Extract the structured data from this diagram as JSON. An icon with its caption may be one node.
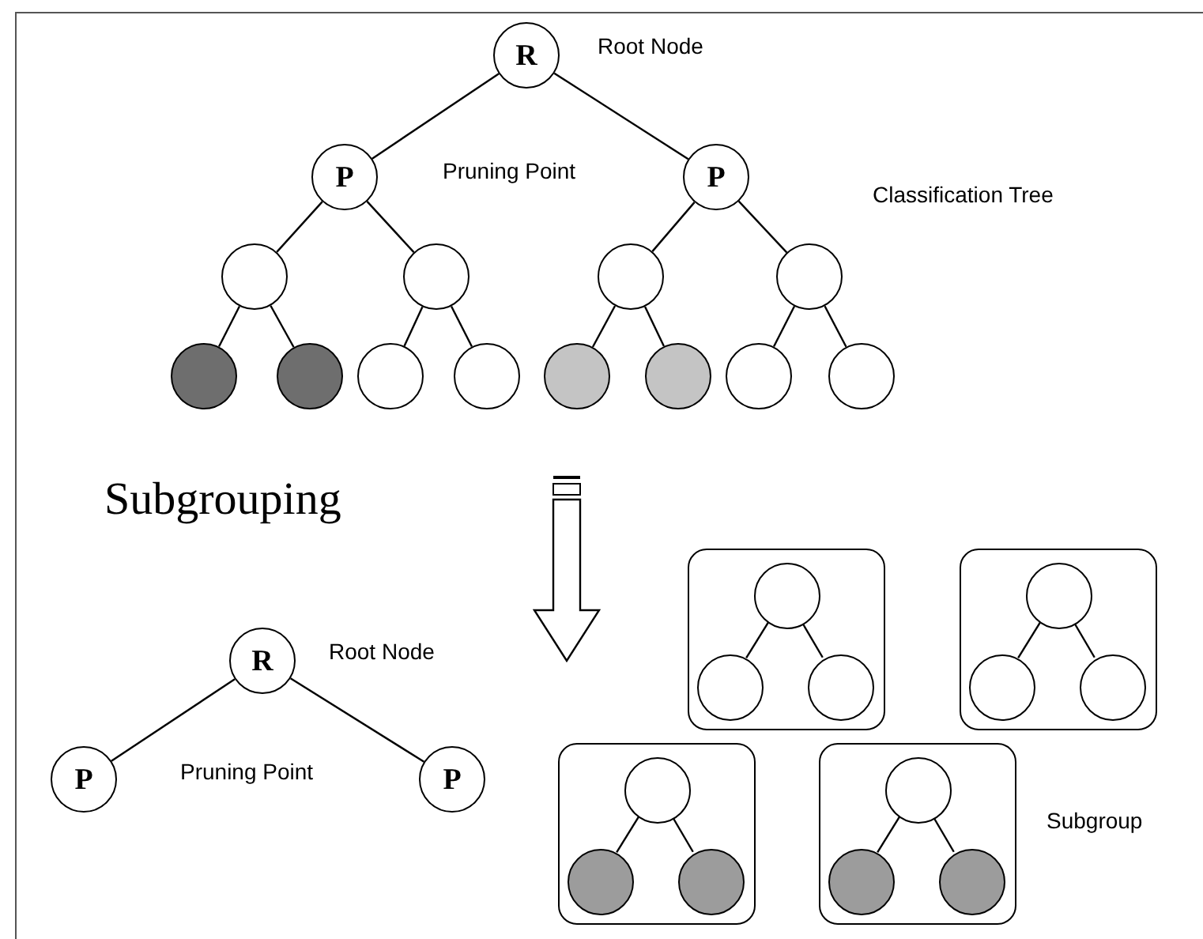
{
  "diagram": {
    "nodes": [
      {
        "text": [
          "R"
        ]
      },
      {
        "text": [
          "P"
        ]
      },
      {
        "text": [
          "P"
        ]
      },
      {
        "text": [],
        "shape": "circle"
      },
      {
        "text": [],
        "shape": "circle"
      },
      {
        "text": [],
        "shape": "circle"
      },
      {
        "text": [],
        "shape": "circle"
      },
      {
        "text": [],
        "shape": "circle"
      },
      {
        "text": [],
        "shape": "circle"
      },
      {
        "text": [],
        "shape": "circle"
      },
      {
        "text": [],
        "shape": "circle"
      },
      {
        "text": [],
        "shape": "circle"
      },
      {
        "text": [],
        "shape": "circle"
      },
      {
        "text": [],
        "shape": "circle"
      },
      {
        "text": [],
        "shape": "circle"
      },
      {
        "text": [
          "R"
        ]
      },
      {
        "text": [
          "P"
        ]
      },
      {
        "text": [
          "P"
        ]
      },
      {
        "text": [],
        "shape": "box"
      },
      {
        "text": [],
        "shape": "circle",
        "in": 18
      },
      {
        "text": [],
        "shape": "circle",
        "in": 18
      },
      {
        "text": [],
        "shape": "circle",
        "in": 18
      },
      {
        "text": [],
        "shape": "box"
      },
      {
        "text": [],
        "shape": "circle",
        "in": 22
      },
      {
        "text": [],
        "shape": "circle",
        "in": 22
      },
      {
        "text": [],
        "shape": "circle",
        "in": 22
      },
      {
        "text": [],
        "shape": "box"
      },
      {
        "text": [],
        "shape": "circle",
        "in": 26
      },
      {
        "text": [],
        "shape": "circle",
        "in": 26
      },
      {
        "text": [],
        "shape": "circle",
        "in": 26
      },
      {
        "text": [],
        "shape": "box"
      },
      {
        "text": [],
        "shape": "circle",
        "in": 30
      },
      {
        "text": [],
        "shape": "circle",
        "in": 30
      },
      {
        "text": [],
        "shape": "circle",
        "in": 30
      }
    ],
    "edges": [
      {
        "from": 0,
        "to": 1,
        "arrow": "none"
      },
      {
        "from": 0,
        "to": 2,
        "arrow": "none"
      },
      {
        "from": 1,
        "to": 3,
        "arrow": "none"
      },
      {
        "from": 1,
        "to": 4,
        "arrow": "none"
      },
      {
        "from": 2,
        "to": 5,
        "arrow": "none"
      },
      {
        "from": 2,
        "to": 6,
        "arrow": "none"
      },
      {
        "from": 3,
        "to": 7,
        "arrow": "none"
      },
      {
        "from": 3,
        "to": 8,
        "arrow": "none"
      },
      {
        "from": 4,
        "to": 9,
        "arrow": "none"
      },
      {
        "from": 4,
        "to": 10,
        "arrow": "none"
      },
      {
        "from": 5,
        "to": 11,
        "arrow": "none"
      },
      {
        "from": 5,
        "to": 12,
        "arrow": "none"
      },
      {
        "from": 6,
        "to": 13,
        "arrow": "none"
      },
      {
        "from": 6,
        "to": 14,
        "arrow": "none"
      },
      {
        "from": 15,
        "to": 16,
        "arrow": "none"
      },
      {
        "from": 15,
        "to": 17,
        "arrow": "none"
      },
      {
        "from": 19,
        "to": 20,
        "arrow": "none"
      },
      {
        "from": 19,
        "to": 21,
        "arrow": "none"
      },
      {
        "from": 23,
        "to": 24,
        "arrow": "none"
      },
      {
        "from": 23,
        "to": 25,
        "arrow": "none"
      },
      {
        "from": 27,
        "to": 28,
        "arrow": "none"
      },
      {
        "from": 27,
        "to": 29,
        "arrow": "none"
      },
      {
        "from": 31,
        "to": 32,
        "arrow": "none"
      },
      {
        "from": 31,
        "to": 33,
        "arrow": "none"
      }
    ],
    "labels": [
      "Root Node",
      "Pruning Point",
      "Classification Tree",
      "Subgrouping",
      "Root Node",
      "Pruning Point",
      "Subgroup"
    ]
  }
}
